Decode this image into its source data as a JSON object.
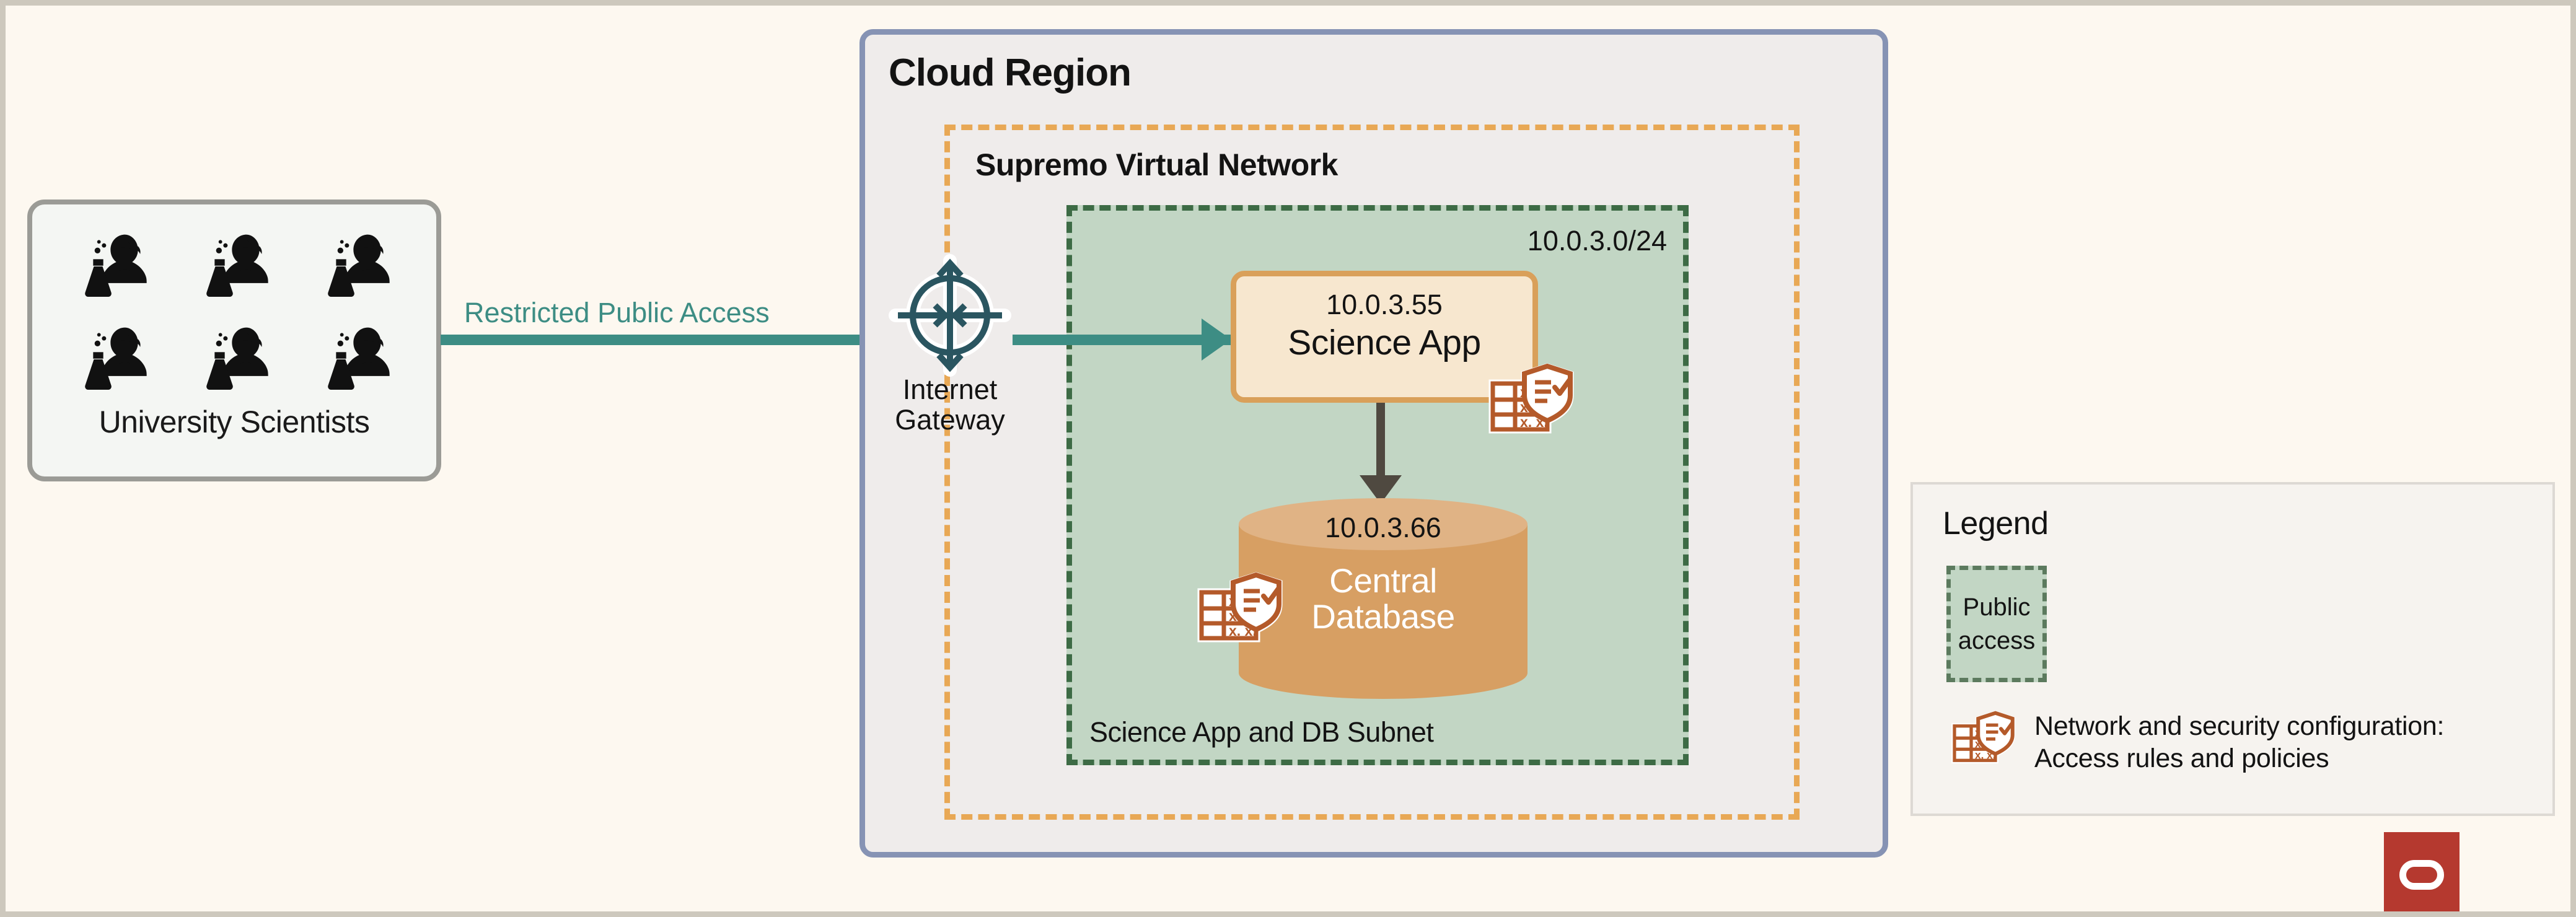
{
  "diagram": {
    "background_color": "#fdf8f0",
    "frame_color": "#cdc8bd"
  },
  "scientists": {
    "label": "University Scientists",
    "icon_name": "scientist-icon",
    "count": 6,
    "border_color": "#9b9b96",
    "fill_color": "#f4f6f3"
  },
  "connection_public": {
    "label": "Restricted Public Access",
    "color": "#3d8d84"
  },
  "cloud_region": {
    "title": "Cloud Region",
    "border_color": "#8693b4",
    "fill_color": "#efeceb"
  },
  "vnet": {
    "title": "Supremo Virtual Network",
    "border_color": "#e8a855",
    "border_style": "dashed"
  },
  "subnet": {
    "cidr": "10.0.3.0/24",
    "label": "Science App and DB Subnet",
    "fill_color": "#c2d6c4",
    "border_color": "#3d6b45",
    "border_style": "dashed"
  },
  "internet_gateway": {
    "icon_name": "internet-gateway-icon",
    "label_line1": "Internet",
    "label_line2": "Gateway",
    "color": "#2a5560"
  },
  "science_app": {
    "ip": "10.0.3.55",
    "name": "Science App",
    "fill_color": "#f7e7cf",
    "border_color": "#d9a05a",
    "security_icon_name": "network-security-config-icon"
  },
  "central_database": {
    "ip": "10.0.3.66",
    "name_line1": "Central",
    "name_line2": "Database",
    "fill_color": "#d79f63",
    "top_color": "#e0b385",
    "security_icon_name": "network-security-config-icon"
  },
  "app_db_link": {
    "color": "#4f4940"
  },
  "legend": {
    "title": "Legend",
    "swatch": {
      "line1": "Public",
      "line2": "access",
      "fill_color": "#c2d6c4",
      "border_color": "#5c7a5e"
    },
    "security_entry": {
      "icon_name": "network-security-config-icon",
      "line1": "Network and security configuration:",
      "line2": "Access rules and policies",
      "color": "#b45a2a"
    }
  },
  "brand": {
    "logo_name": "oracle-logo",
    "color": "#b5392f"
  }
}
